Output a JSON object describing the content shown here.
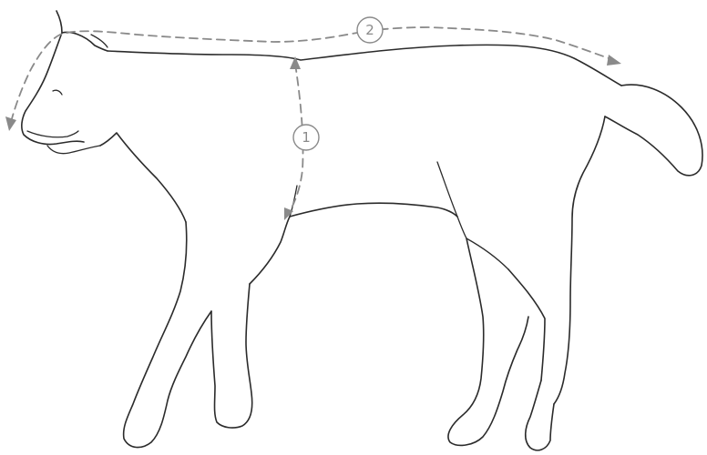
{
  "diagram": {
    "subject": "dog",
    "line_color": "#2b2b2b",
    "measure_color": "#8a8a8a",
    "measurements": [
      {
        "id": "1",
        "label": "1"
      },
      {
        "id": "2",
        "label": "2"
      }
    ]
  }
}
